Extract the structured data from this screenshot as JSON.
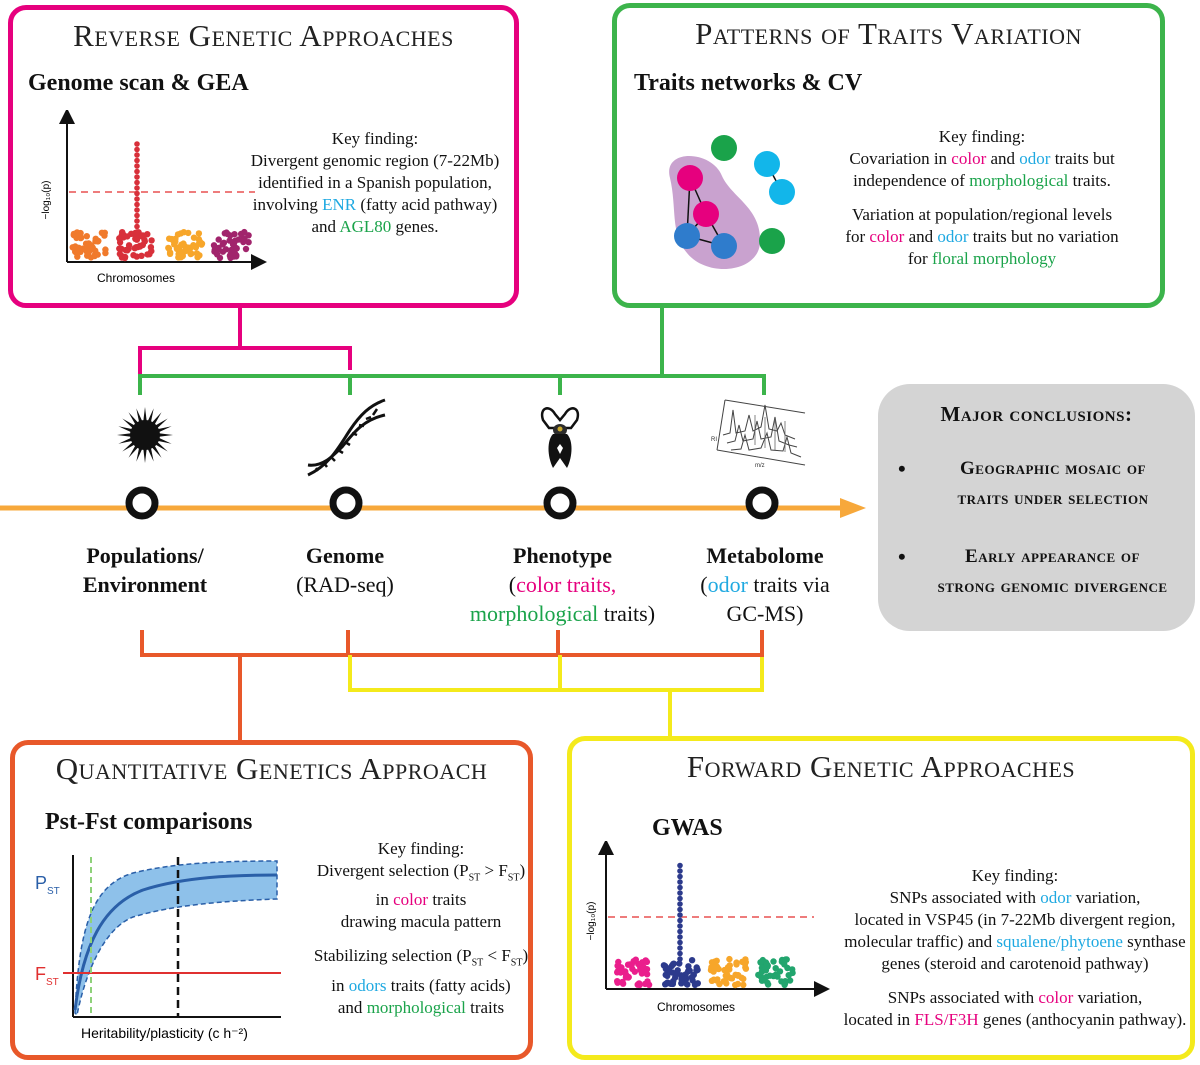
{
  "colors": {
    "reverse": "#e6007e",
    "patterns": "#3cb44b",
    "quant": "#e8582a",
    "forward": "#f4ea1c",
    "timeline": "#f7a83b",
    "conclusions_bg": "#d4d4d4"
  },
  "icons": [
    "sun-icon",
    "dna-icon",
    "flower-icon",
    "chromatogram-icon"
  ],
  "reverse": {
    "title": "Reverse Genetic Approaches",
    "subtitle": "Genome scan & GEA",
    "plot_xlabel": "Chromosomes",
    "plot_ylabel": "−log₁₀(p)",
    "finding": {
      "head": "Key finding:",
      "l1": "Divergent genomic region (7-22Mb)",
      "l2": "identified in a Spanish population,",
      "l3a": "involving ",
      "l3b": "ENR",
      "l3c": " (fatty acid pathway)",
      "l4a": "and ",
      "l4b": "AGL80",
      "l4c": " genes."
    }
  },
  "patterns": {
    "title": "Patterns of Traits Variation",
    "subtitle": "Traits networks & CV",
    "finding": {
      "head": "Key finding:",
      "l1a": "Covariation in ",
      "l1b": "color",
      "l1c": " and ",
      "l1d": "odor",
      "l1e": " traits but",
      "l2a": "independence of ",
      "l2b": "morphological",
      "l2c": " traits.",
      "l3": "Variation at population/regional levels",
      "l4a": "for ",
      "l4b": "color",
      "l4c": " and ",
      "l4d": "odor",
      "l4e": " traits but no variation",
      "l5a": "for ",
      "l5b": "floral morphology"
    }
  },
  "stages": [
    {
      "bold1": "Populations/",
      "bold2": "Environment"
    },
    {
      "bold": "Genome",
      "l2": "(RAD-seq)"
    },
    {
      "bold": "Phenotype",
      "l2a": "(",
      "l2b": "color traits,",
      "l3a": "morphological",
      "l3b": " traits)"
    },
    {
      "bold": "Metabolome",
      "l2a": "(",
      "l2b": "odor",
      "l2c": " traits via",
      "l3": "GC-MS)"
    }
  ],
  "conclusions": {
    "title": "Major conclusions:",
    "b1l1": "Geographic mosaic of",
    "b1l2": "traits under selection",
    "b2l1": "Early appearance of",
    "b2l2": "strong genomic divergence"
  },
  "quant": {
    "title": "Quantitative Genetics Approach",
    "subtitle": "Pst-Fst comparisons",
    "plot_xlabel": "Heritability/plasticity (c h⁻²)",
    "pst_label": "P",
    "fst_label": "F",
    "sub_label": "ST",
    "finding": {
      "head": "Key finding:",
      "l1a": "Divergent selection (P",
      "l1b": "ST",
      "l1c": " > F",
      "l1d": "ST",
      "l1e": ")",
      "l2a": "in ",
      "l2b": "color",
      "l2c": " traits",
      "l3": "drawing macula pattern",
      "l4a": "Stabilizing selection (P",
      "l4b": "ST",
      "l4c": " < F",
      "l4d": "ST",
      "l4e": ")",
      "l5a": "in ",
      "l5b": "odors",
      "l5c": " traits (fatty acids)",
      "l6a": "and ",
      "l6b": "morphological",
      "l6c": " traits"
    }
  },
  "forward": {
    "title": "Forward Genetic Approaches",
    "subtitle": "GWAS",
    "plot_xlabel": "Chromosomes",
    "plot_ylabel": "−log₁₀(p)",
    "finding": {
      "head": "Key finding:",
      "l1a": "SNPs associated with ",
      "l1b": "odor",
      "l1c": " variation,",
      "l2": "located in VSP45 (in 7-22Mb divergent region,",
      "l3a": "molecular traffic) and ",
      "l3b": "squalene/phytoene",
      "l3c": " synthase",
      "l4": "genes (steroid and carotenoid pathway)",
      "l5a": "SNPs associated with ",
      "l5b": "color",
      "l5c": " variation,",
      "l6a": "located in ",
      "l6b": "FLS/F3H",
      "l6c": " genes (anthocyanin pathway)."
    }
  }
}
